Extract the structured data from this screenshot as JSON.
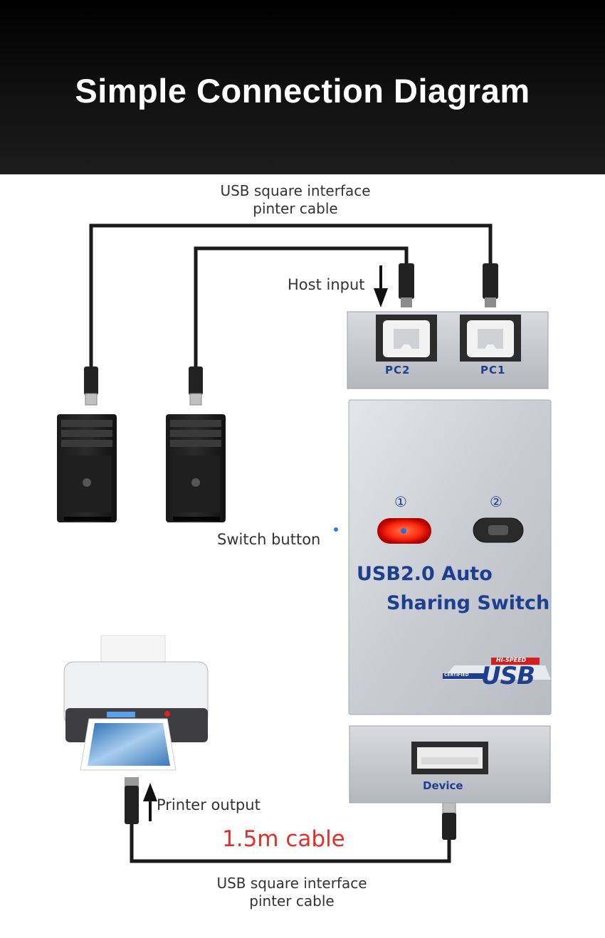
{
  "title": "Simple Connection Diagram",
  "labels": {
    "top_cable_line1": "USB square interface",
    "top_cable_line2": "pinter cable",
    "host_input": "Host input",
    "switch_button": "Switch button",
    "printer_output": "Printer output",
    "cable_length": "1.5m cable",
    "bottom_cable_line1": "USB square interface",
    "bottom_cable_line2": "pinter cable"
  },
  "device": {
    "port_pc2": "PC2",
    "port_pc1": "PC1",
    "led_1": "①",
    "led_2": "②",
    "name_line1": "USB2.0 Auto",
    "name_line2": "Sharing Switch",
    "port_device": "Device",
    "usb_logo": "USB",
    "usb_logo_top": "HI-SPEED",
    "usb_logo_left": "CERTIFIED"
  },
  "colors": {
    "accent_red": "#e0302a",
    "label_blue": "#1c3f8f",
    "led_on": "#ff2a10"
  }
}
